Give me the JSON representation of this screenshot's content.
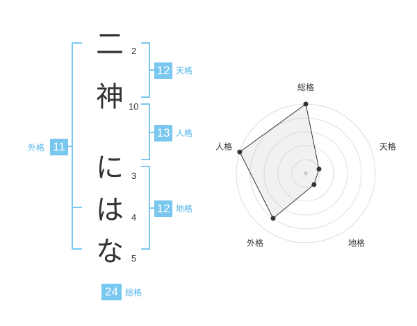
{
  "name_chars": [
    {
      "char": "二",
      "strokes": "2"
    },
    {
      "char": "神",
      "strokes": "10"
    },
    {
      "char": "に",
      "strokes": "3"
    },
    {
      "char": "は",
      "strokes": "4"
    },
    {
      "char": "な",
      "strokes": "5"
    }
  ],
  "fortunes": {
    "tenkaku": {
      "value": "12",
      "label": "天格"
    },
    "jinkaku": {
      "value": "13",
      "label": "人格"
    },
    "chikaku": {
      "value": "12",
      "label": "地格"
    },
    "gaikaku": {
      "value": "11",
      "label": "外格"
    },
    "soukaku": {
      "value": "24",
      "label": "総格"
    }
  },
  "colors": {
    "accent": "#79c7ef",
    "bracket": "#79c7ef",
    "text": "#333333"
  },
  "chart_data": {
    "type": "radar",
    "axes": [
      "総格",
      "天格",
      "地格",
      "外格",
      "人格"
    ],
    "values": [
      5,
      1,
      1,
      4,
      5
    ],
    "range": [
      0,
      5
    ],
    "rings": 5,
    "grid": true
  }
}
